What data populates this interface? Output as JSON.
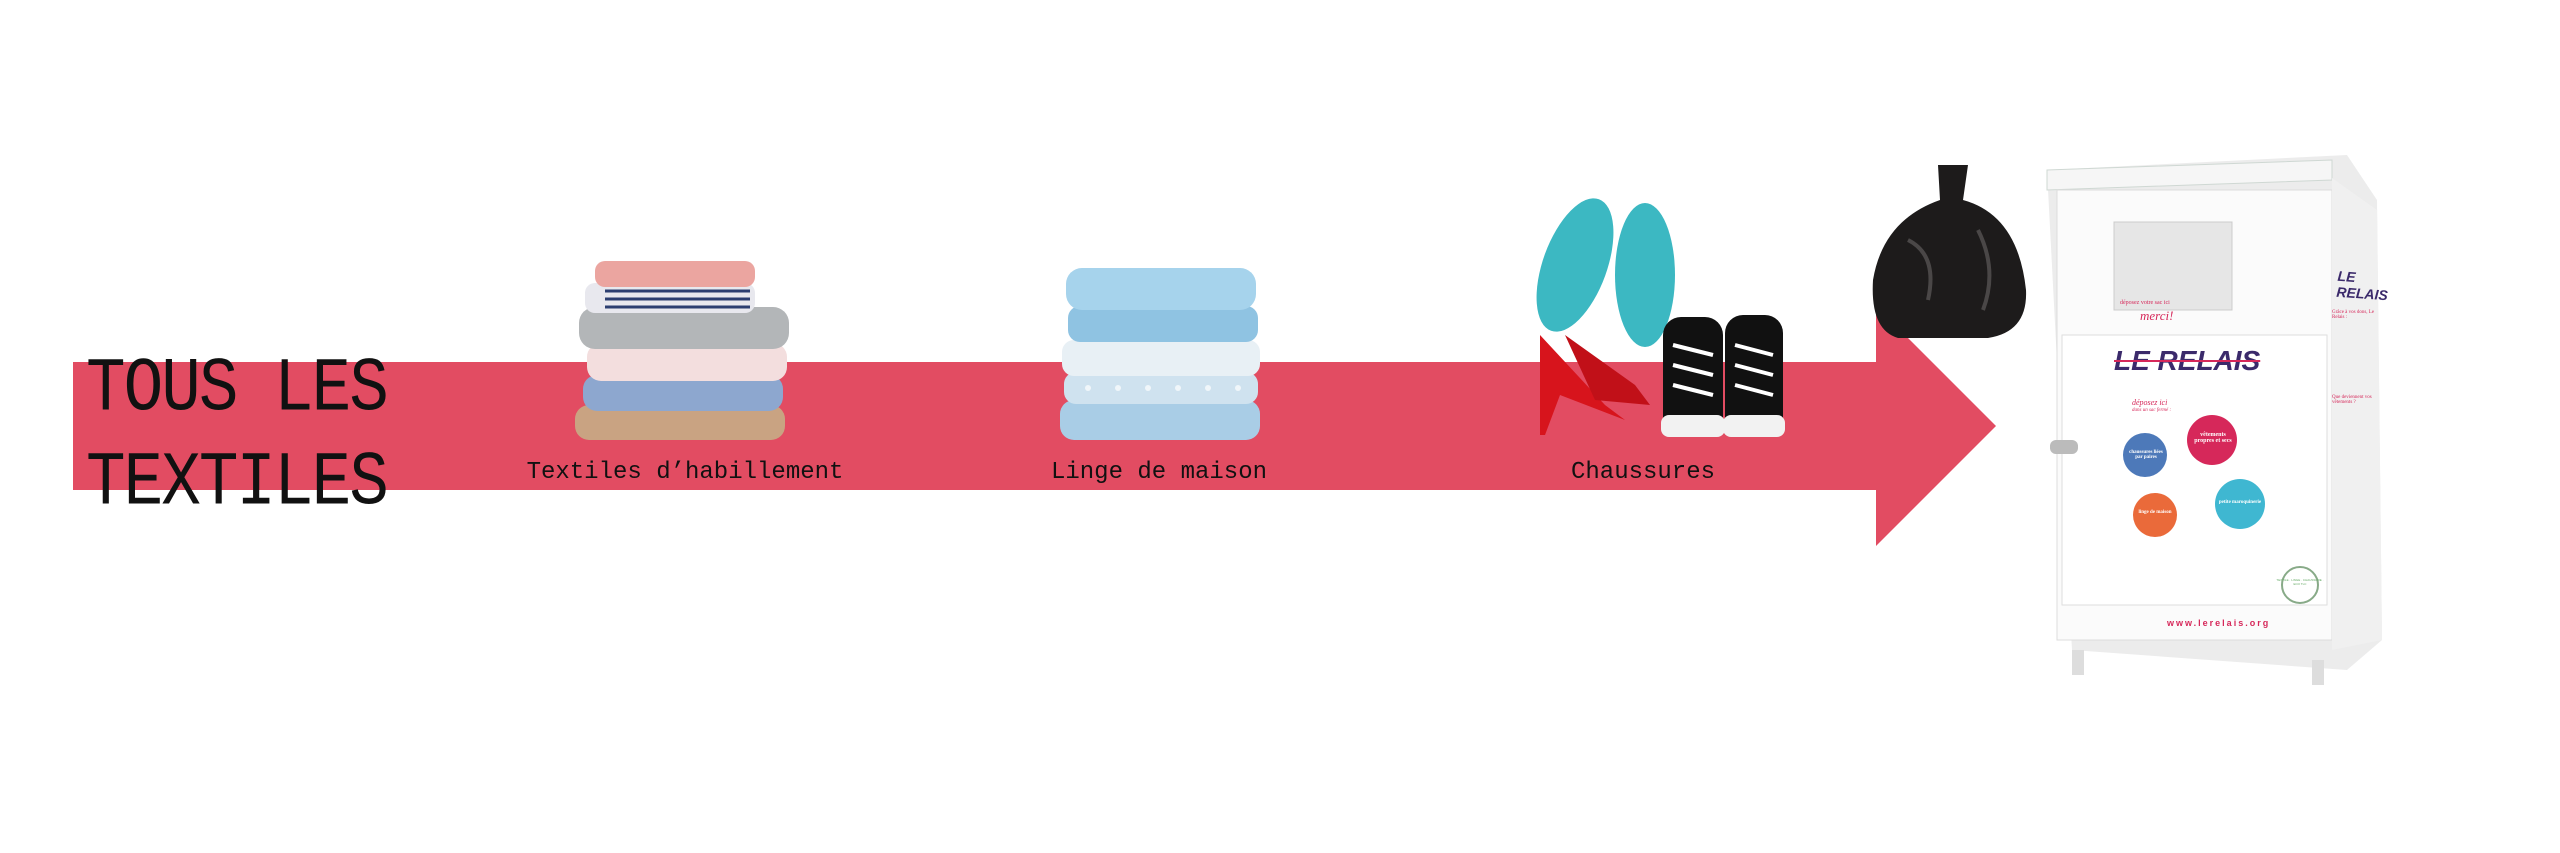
{
  "title": {
    "line1": "TOUS LES",
    "line2": "TEXTILES"
  },
  "categories": [
    {
      "label": "Textiles d’habillement",
      "icon": "folded-clothes-icon"
    },
    {
      "label": "Linge de maison",
      "icon": "folded-linens-icon"
    },
    {
      "label": "Chaussures",
      "icon": "shoes-icon"
    }
  ],
  "bag": {
    "icon": "trash-bag-icon"
  },
  "bin": {
    "brand": "LE RELAIS",
    "slot_text_small": "déposez votre sac ici",
    "slot_text": "merci!",
    "door_small": "déposez ici",
    "door_small2": "dans un sac fermé :",
    "items": [
      "vêtements propres et secs",
      "chaussures liées par paires",
      "linge de maison",
      "petite maroquinerie"
    ],
    "side_heading": "Grâce à vos dons, Le Relais :",
    "side_question": "Que deviennent vos vêtements ?",
    "eco_label": "TEXTILE · LINGE · CHAUSSURE · ECO TLC",
    "url": "www.lerelais.org"
  },
  "colors": {
    "arrow": "#e24c62",
    "brand": "#3b2a6b",
    "accent": "#d6285a"
  }
}
